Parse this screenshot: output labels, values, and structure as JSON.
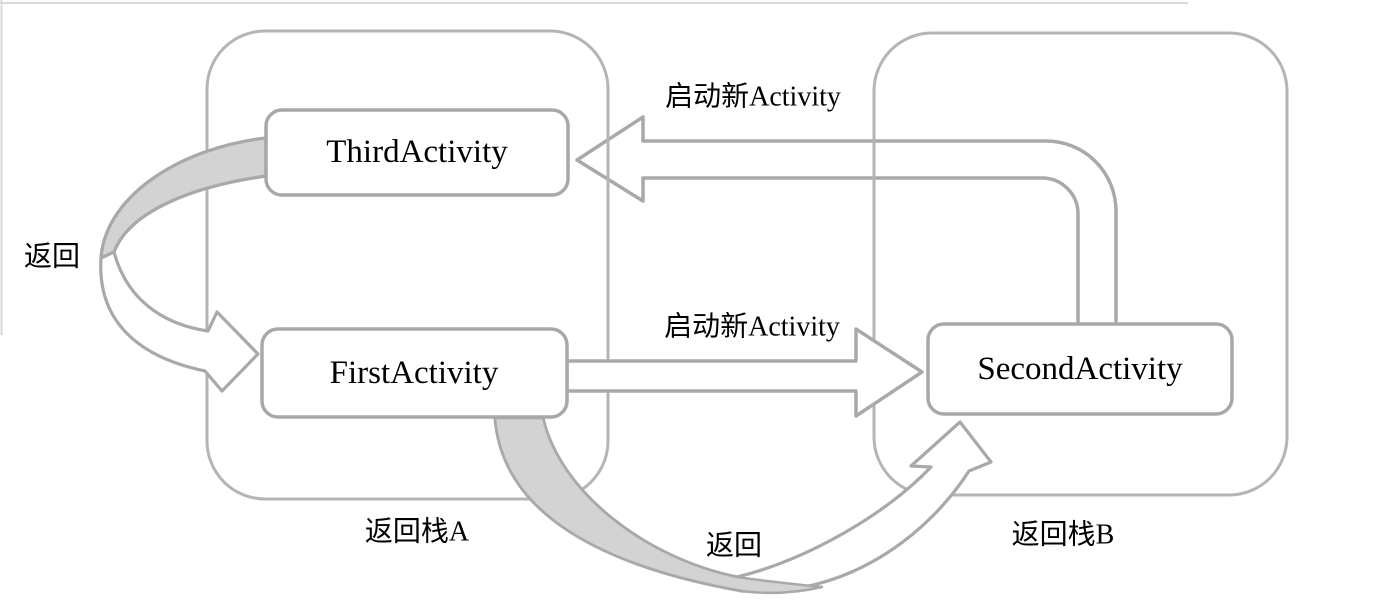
{
  "figure": {
    "title_hint": "Android back-stack diagram",
    "activities": {
      "third": "ThirdActivity",
      "first": "FirstActivity",
      "second": "SecondActivity"
    },
    "stacks": {
      "a": "返回栈A",
      "b": "返回栈B"
    },
    "arrows": {
      "launch_second_to_third": "启动新Activity",
      "launch_first_to_second": "启动新Activity",
      "back_third_to_first": "返回",
      "back_first_to_second": "返回"
    }
  },
  "colors": {
    "outline": "#a9a9a9",
    "stack_border": "#b5b5b5",
    "box_border": "#a8a8a8",
    "band_fill": "#d3d3d3",
    "scan_border": "#d9d9d9",
    "text": "#000000"
  }
}
